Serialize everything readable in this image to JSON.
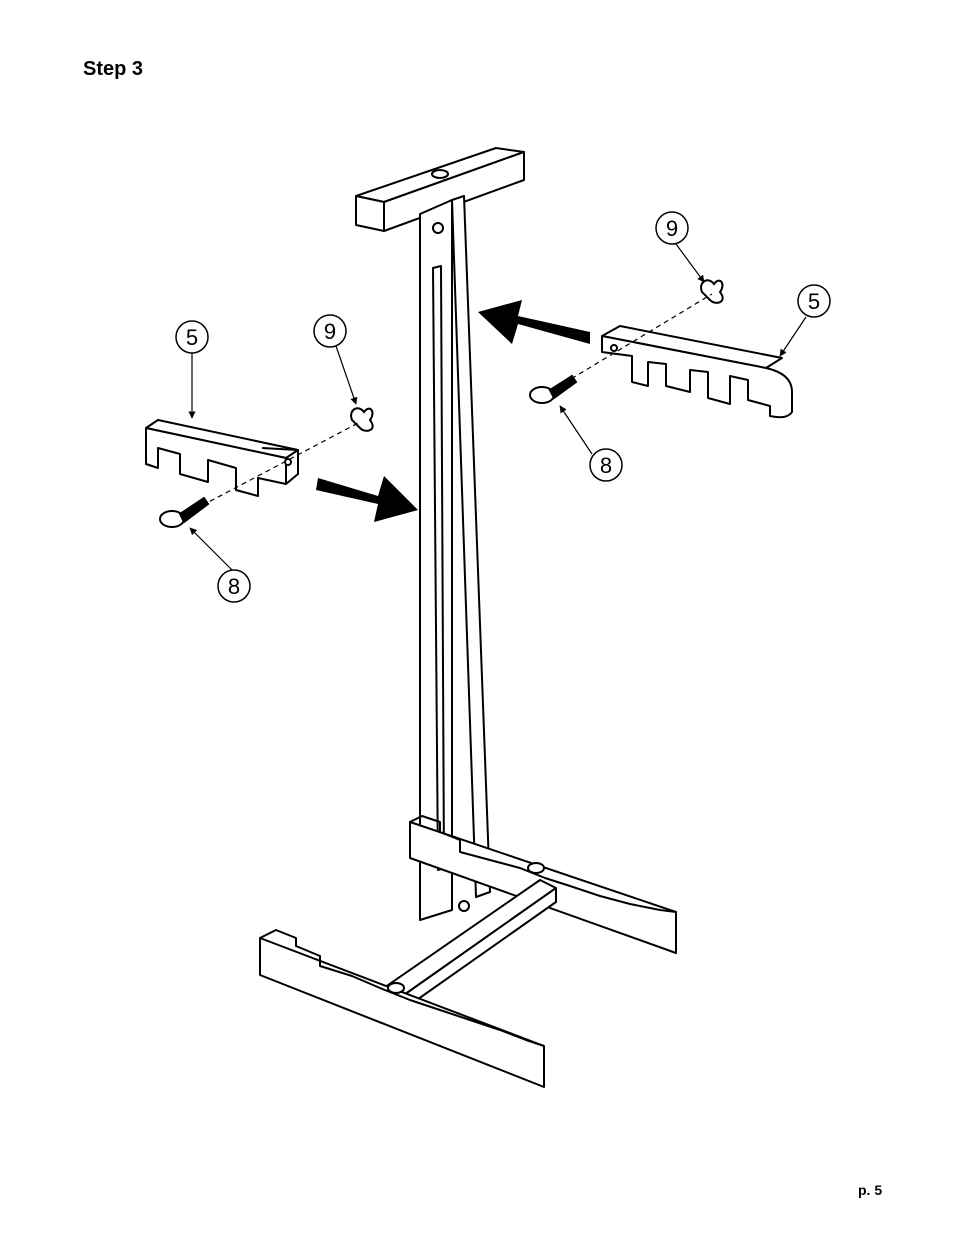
{
  "page": {
    "title": "Step 3",
    "page_number": "p. 5"
  },
  "callouts": {
    "left_bracket": "5",
    "left_wingnut": "9",
    "left_bolt": "8",
    "right_bracket": "5",
    "right_wingnut": "9",
    "right_bolt": "8"
  },
  "colors": {
    "ink": "#000000",
    "paper": "#ffffff"
  }
}
